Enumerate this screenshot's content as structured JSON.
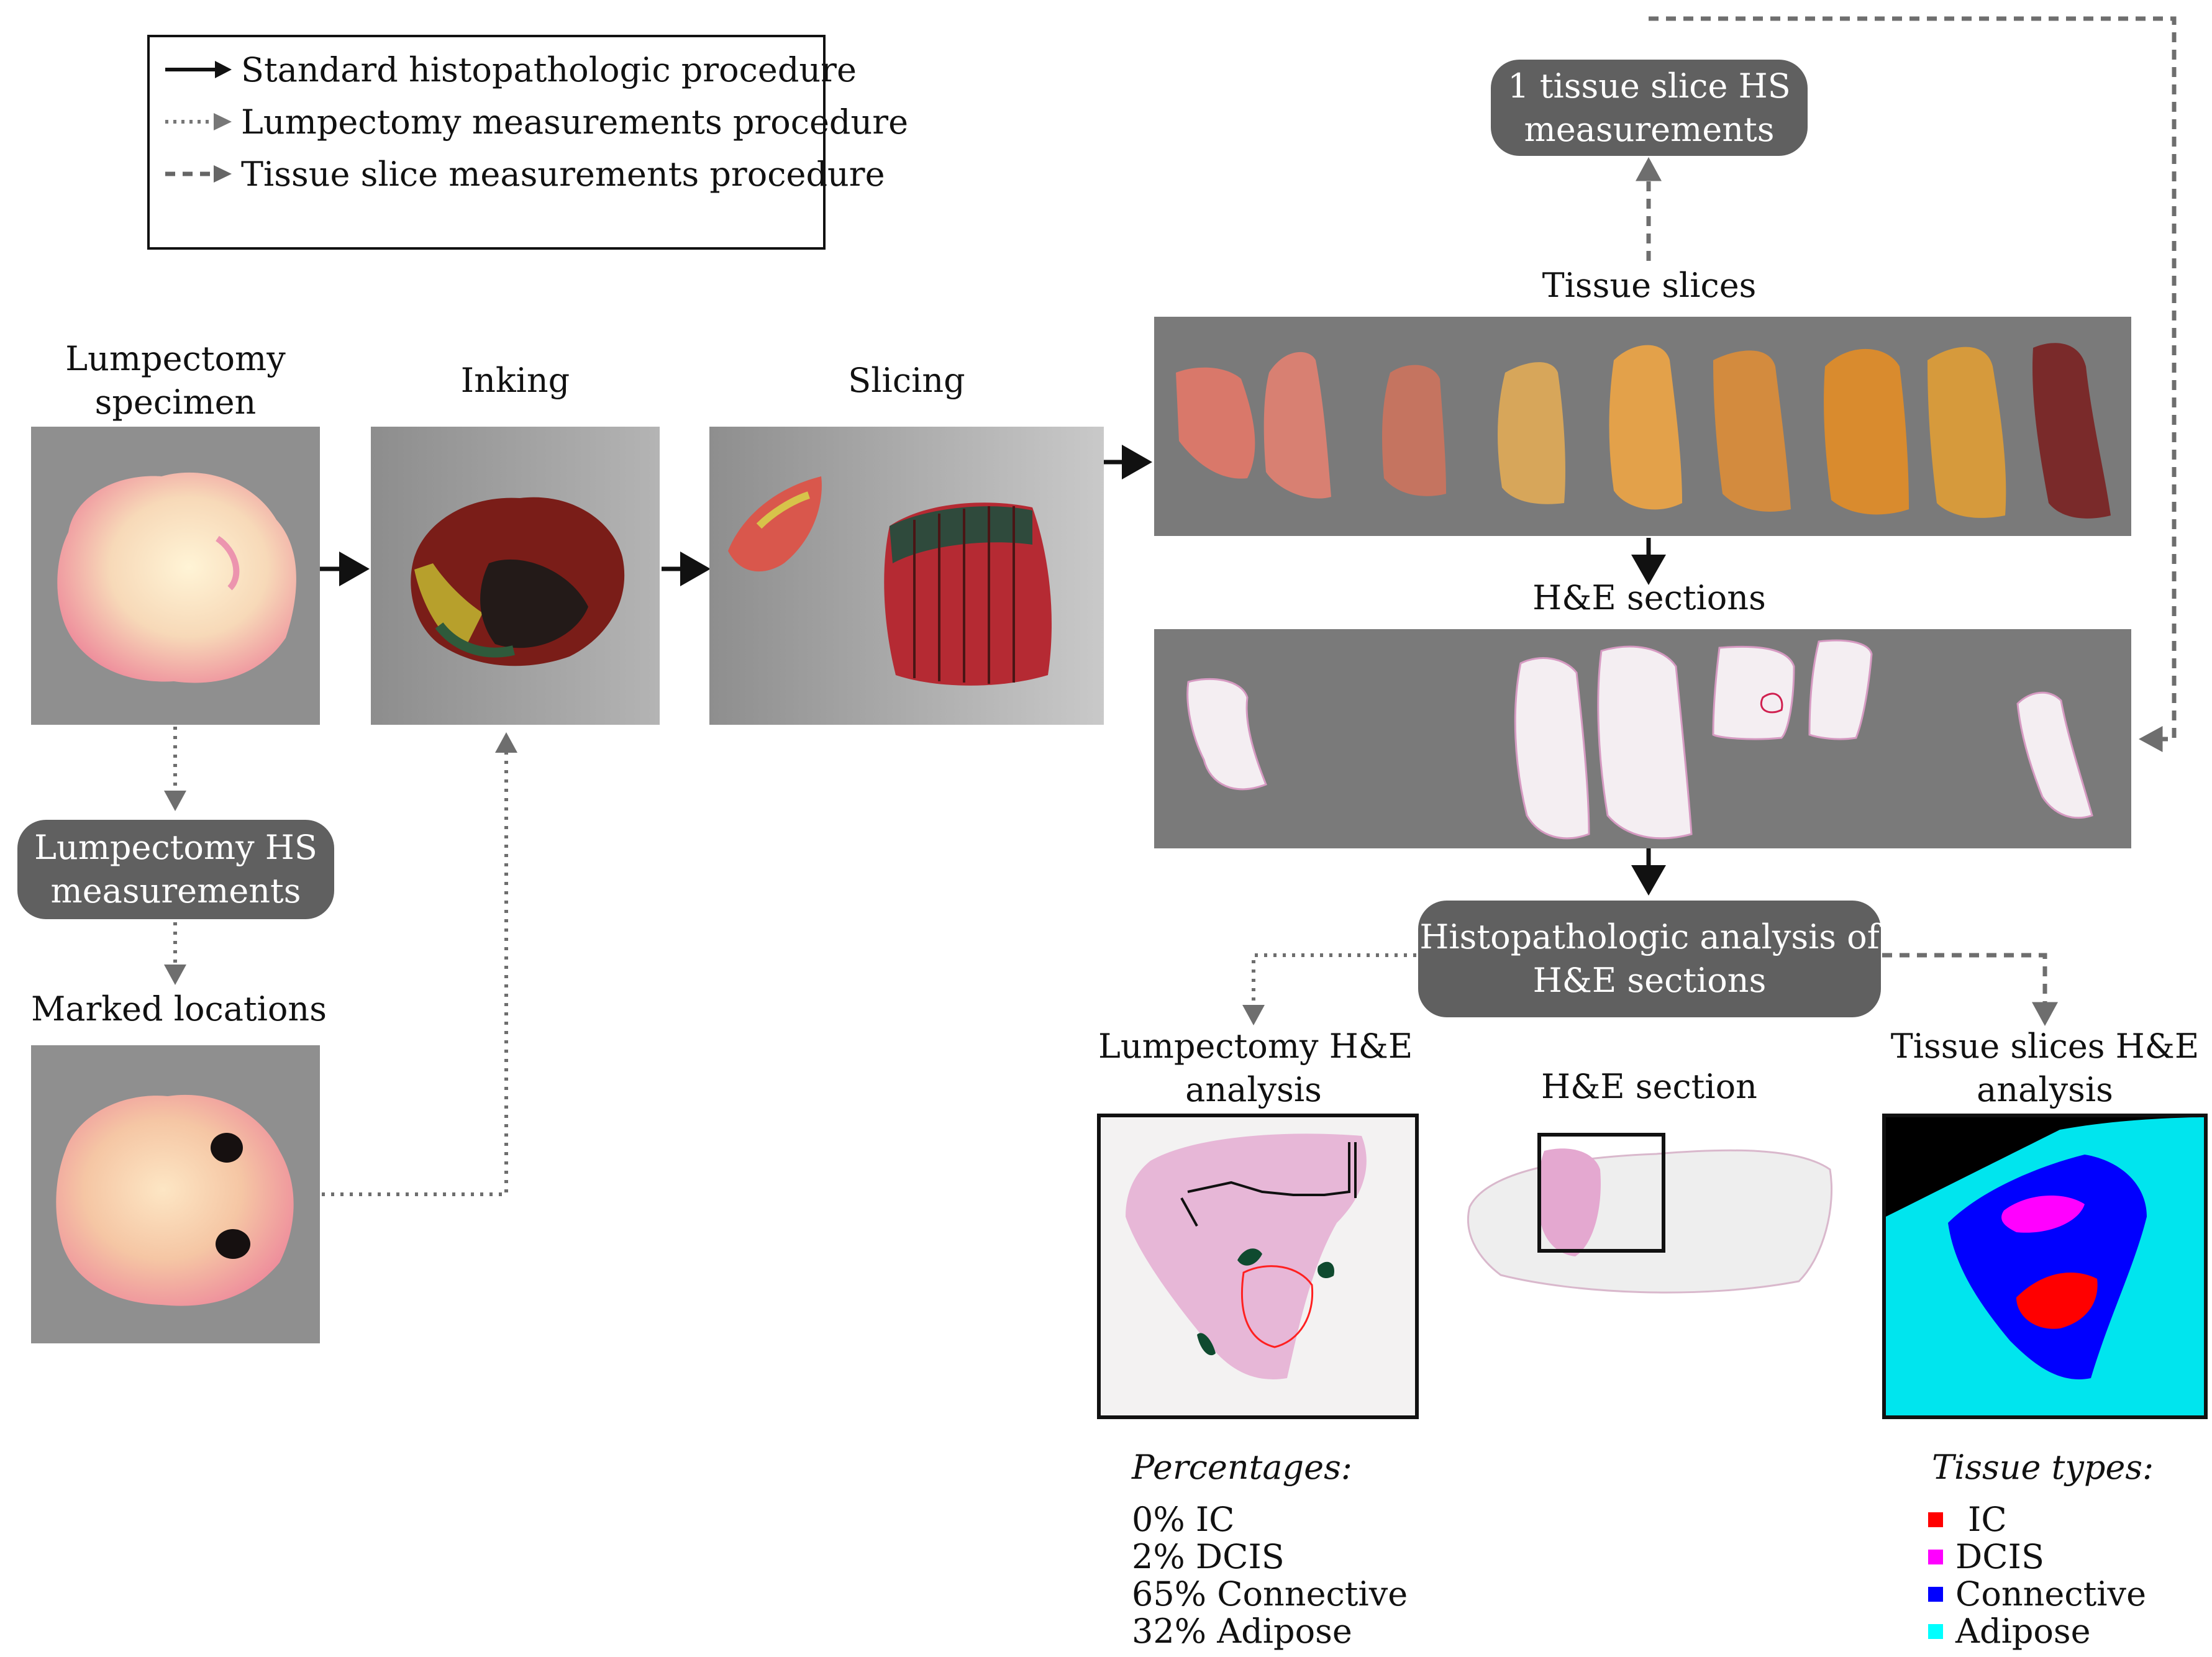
{
  "legend": {
    "standard": "Standard histopathologic procedure",
    "lumpectomy": "Lumpectomy measurements procedure",
    "tissue_slice": "Tissue slice measurements procedure"
  },
  "labels": {
    "specimen_line1": "Lumpectomy",
    "specimen_line2": "specimen",
    "inking": "Inking",
    "slicing": "Slicing",
    "tissue_slices": "Tissue slices",
    "he_sections": "H&E sections",
    "marked_locations": "Marked locations",
    "lump_he_line1": "Lumpectomy H&E",
    "lump_he_line2": "analysis",
    "he_section": "H&E section",
    "slices_he_line1": "Tissue slices H&E",
    "slices_he_line2": "analysis"
  },
  "nodes": {
    "slice_hs_line1": "1 tissue slice HS",
    "slice_hs_line2": "measurements",
    "lump_hs_line1": "Lumpectomy HS",
    "lump_hs_line2": "measurements",
    "histo_line1": "Histopathologic analysis of",
    "histo_line2": "H&E sections"
  },
  "percentages": {
    "title": "Percentages:",
    "items": [
      "0% IC",
      "2% DCIS",
      "65% Connective",
      "32% Adipose"
    ]
  },
  "tissue_types": {
    "title": "Tissue types:",
    "items": [
      {
        "label": "IC",
        "color": "#ff0000"
      },
      {
        "label": "DCIS",
        "color": "#ff00ff"
      },
      {
        "label": "Connective",
        "color": "#0000ff"
      },
      {
        "label": "Adipose",
        "color": "#00ffff"
      }
    ]
  },
  "colors": {
    "node_fill": "#606060",
    "panel_gray": "#7a7a7a",
    "arrow_gray": "#6e6e6e"
  }
}
